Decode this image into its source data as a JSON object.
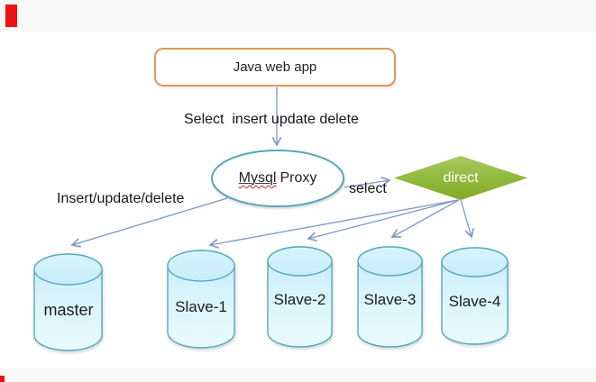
{
  "app_box": {
    "label": "Java web app"
  },
  "labels": {
    "app_to_proxy": "Select  insert update delete",
    "write_path": "Insert/update/delete",
    "read_path": "select"
  },
  "proxy": {
    "word1": "Mysql",
    "word2": "Proxy"
  },
  "decision": {
    "label": "direct"
  },
  "databases": [
    {
      "label": "master"
    },
    {
      "label": "Slave-1"
    },
    {
      "label": "Slave-2"
    },
    {
      "label": "Slave-3"
    },
    {
      "label": "Slave-4"
    }
  ],
  "colors": {
    "app_box_border": "#e8964f",
    "proxy_border": "#57a8b8",
    "decision_fill_top": "#a9c964",
    "decision_fill_bottom": "#82a928",
    "connector": "#7b98c6",
    "cylinder_border": "#5aa9c0",
    "cylinder_fill_top": "#c6ecf9",
    "cylinder_fill_bottom": "#e9f9fe",
    "red_marker": "#ee1111",
    "band": "#f8f8f8"
  }
}
